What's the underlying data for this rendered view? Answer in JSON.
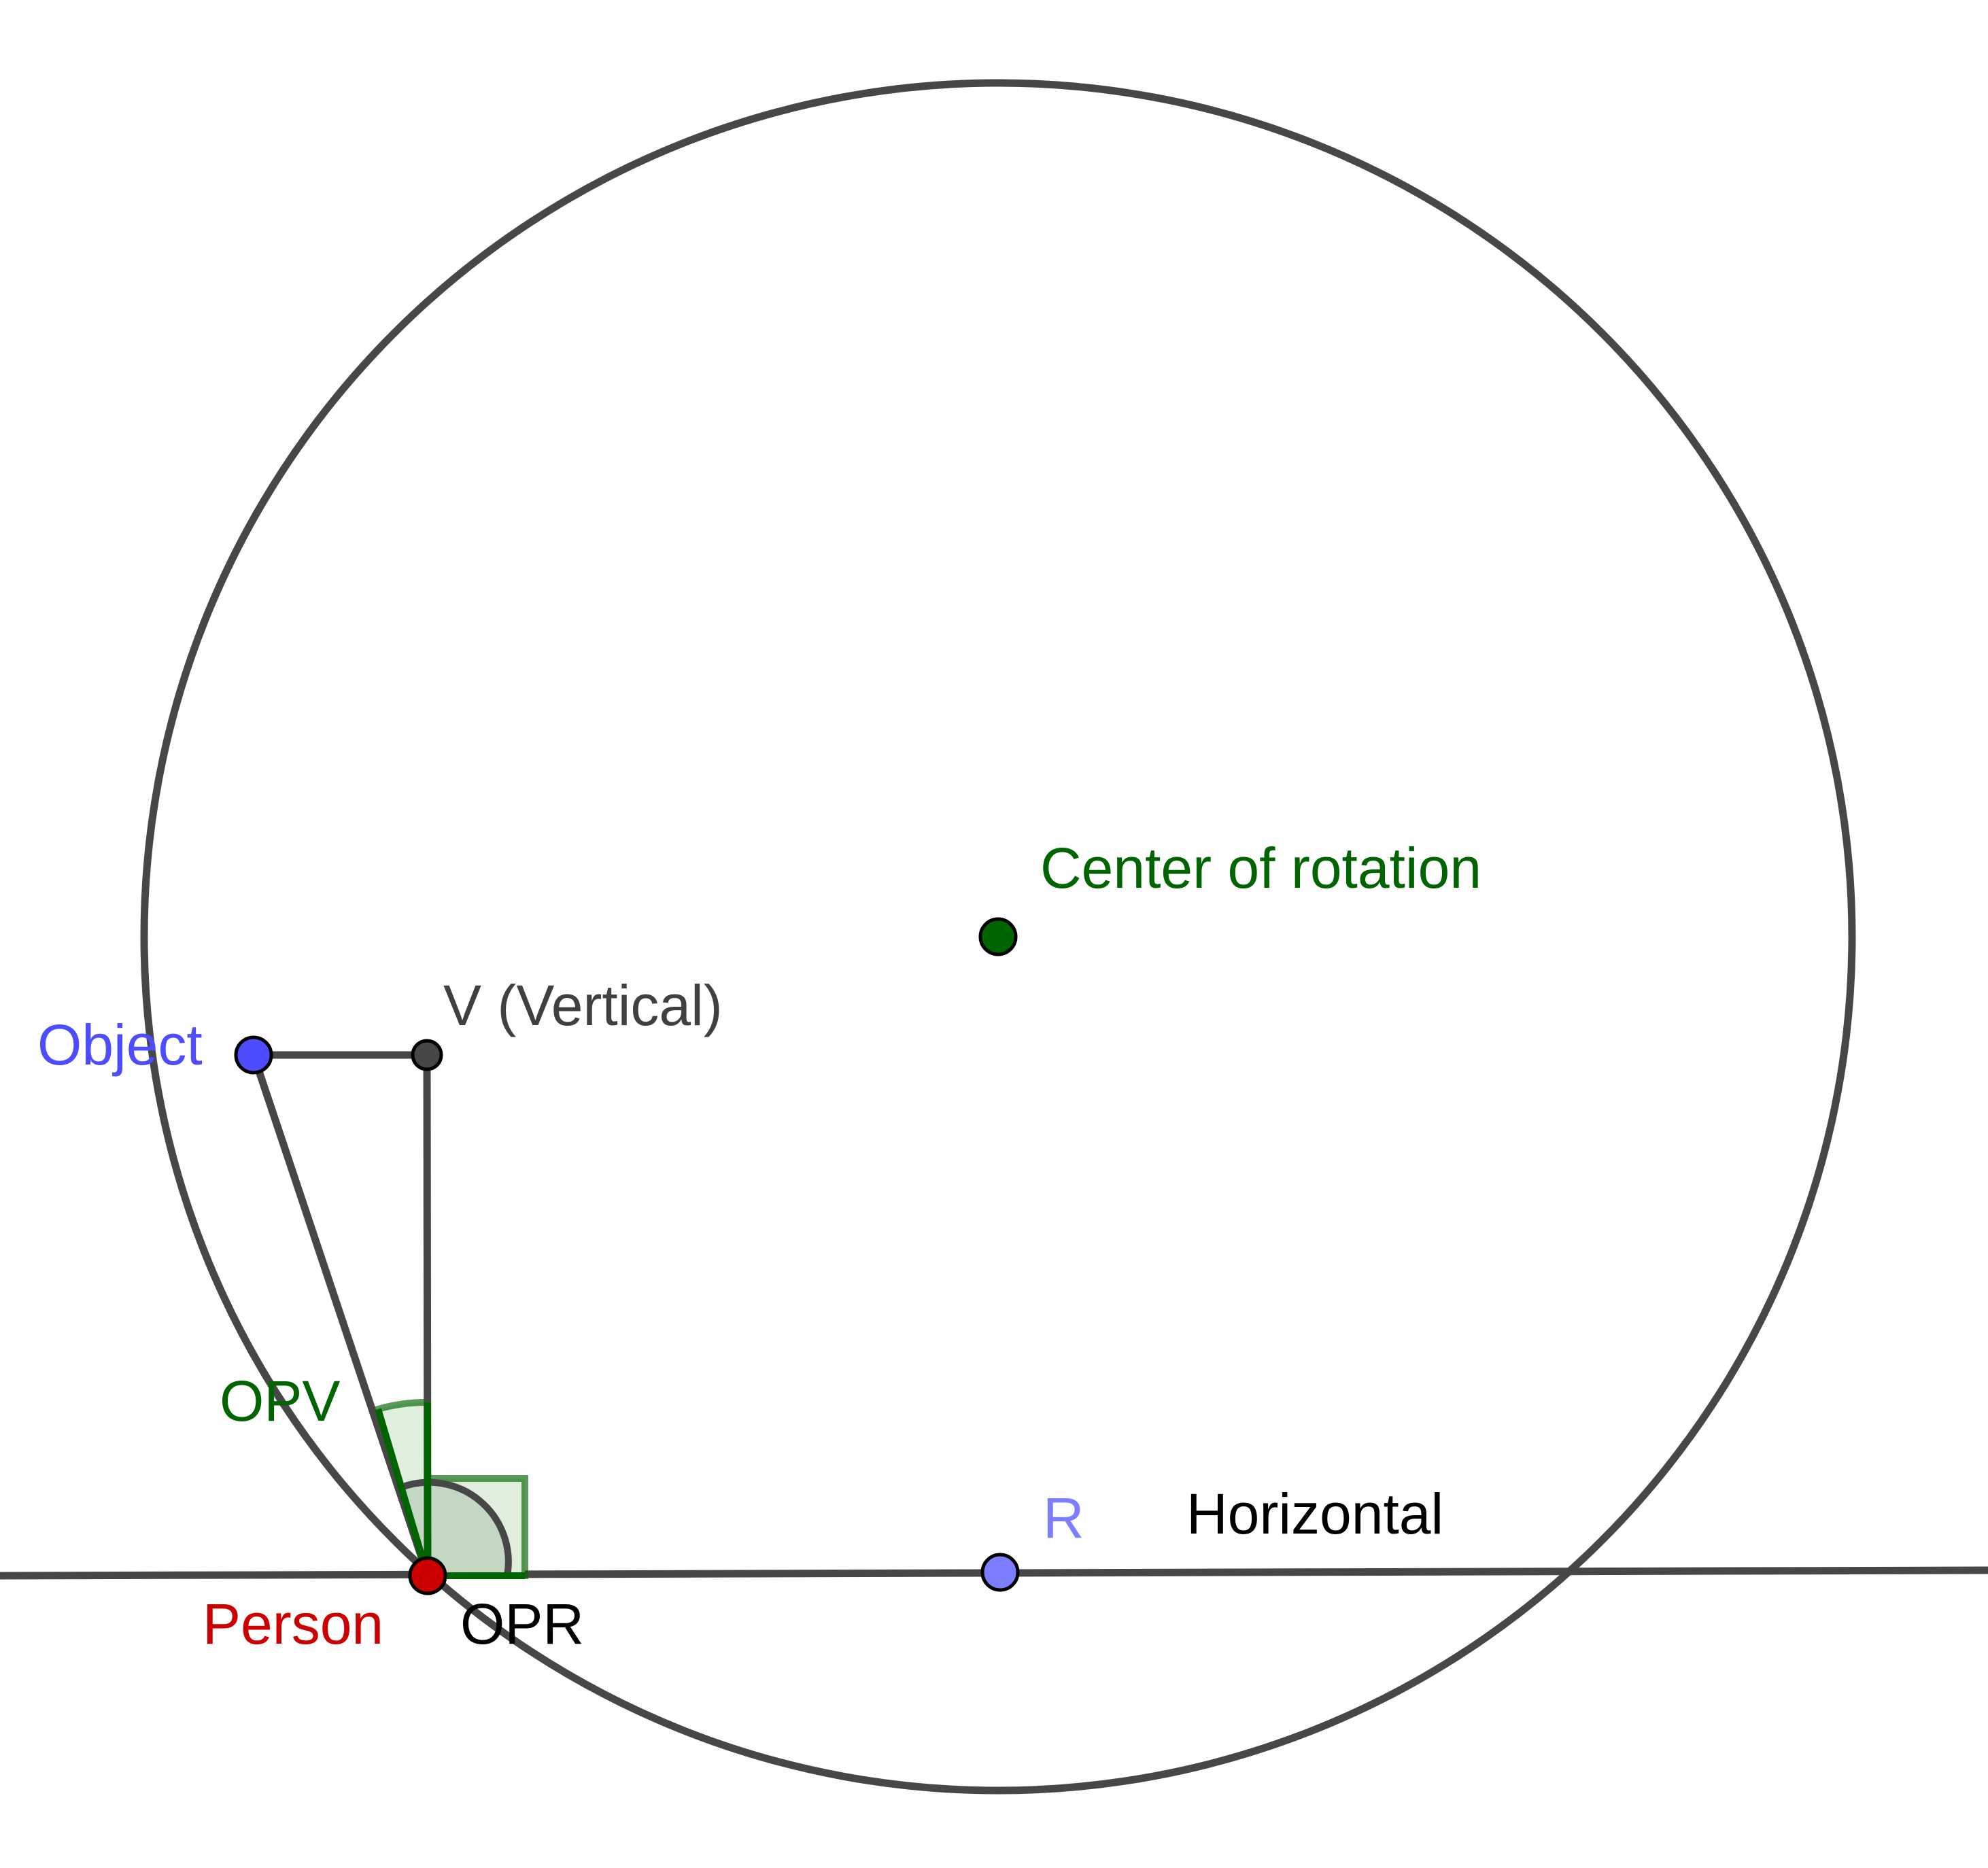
{
  "labels": {
    "center": "Center of rotation",
    "vertical_point": "V (Vertical)",
    "object": "Object",
    "angle_opv": "OPV",
    "angle_opr": "OPR",
    "person": "Person",
    "r_point": "R",
    "horizontal": "Horizontal"
  },
  "colors": {
    "stroke": "#474747",
    "center_point": "#006400",
    "center_label": "#006400",
    "object_point": "#4d4dff",
    "object_label": "#4d4dff",
    "person_point": "#cc0000",
    "person_label": "#cc0000",
    "r_point": "#7d7dff",
    "r_label": "#7d7dff",
    "vertical_point": "#474747",
    "vertical_label": "#404040",
    "angle_stroke": "#006400",
    "angle_fill": "#dfeedd",
    "horizontal_label": "#000000",
    "opr_label": "#000000",
    "opv_label": "#006400"
  }
}
